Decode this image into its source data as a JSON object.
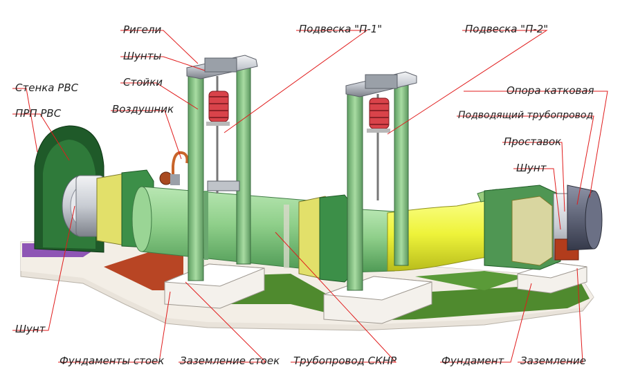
{
  "labels": {
    "rigeli": "Ригели",
    "shunty": "Шунты",
    "stoyki": "Стойки",
    "vozdushnik": "Воздушник",
    "stenka_rvs": "Стенка РВС",
    "prp_rvs": "ПРП РВС",
    "shunt_left": "Шунт",
    "podveska_p1": "Подвеска \"П-1\"",
    "podveska_p2": "Подвеска \"П-2\"",
    "opora_katkovaya": "Опора катковая",
    "podvodyashchiy": "Подводящий трубопровод",
    "prostavok": "Проставок",
    "shunt_right": "Шунт",
    "fundamenty_stoek": "Фундаменты стоек",
    "zazemlenie_stoek": "Заземление стоек",
    "truboprovod_sknr": "Трубопровод СКНР",
    "fundament": "Фундамент",
    "zazemlenie": "Заземление"
  },
  "colors": {
    "leader_line": "#e01b1b",
    "pipe_green": "#8fcf8a",
    "pipe_yellow": "#f0f542",
    "concrete": "#efe9e0",
    "grass": "#4f8a2e",
    "purple": "#8e55b5",
    "brick": "#b84524",
    "wall_dark": "#1f5a29",
    "spring": "#d9434a",
    "steel": "#c9ccd2"
  }
}
